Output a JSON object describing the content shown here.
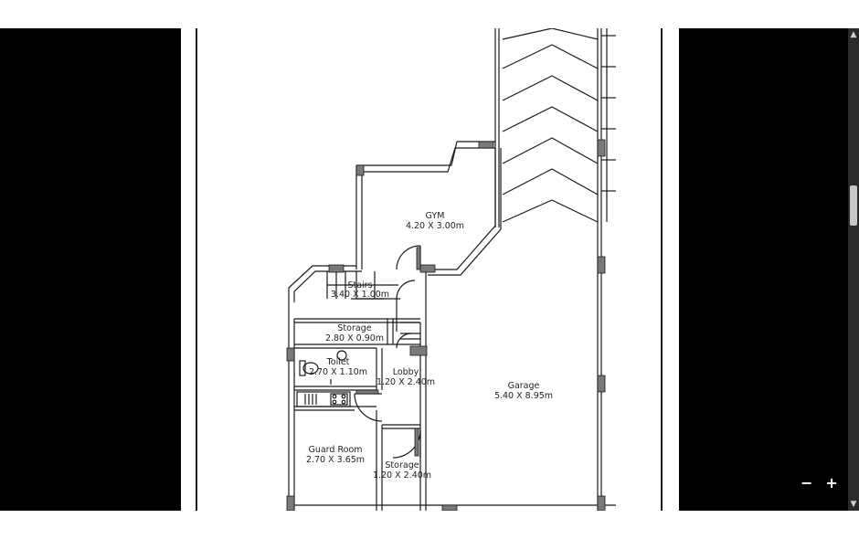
{
  "rooms": {
    "gym": {
      "name": "GYM",
      "size": "4.20 X 3.00m"
    },
    "stairs": {
      "name": "Stairs",
      "size": "3.40 X 1.00m"
    },
    "storage_upper": {
      "name": "Storage",
      "size": "2.80 X 0.90m"
    },
    "toilet": {
      "name": "Toilet",
      "size": "2.70 X 1.10m"
    },
    "lobby": {
      "name": "Lobby",
      "size": "1.20 X 2.40m"
    },
    "garage": {
      "name": "Garage",
      "size": "5.40 X 8.95m"
    },
    "guard_room": {
      "name": "Guard Room",
      "size": "2.70 X 3.65m"
    },
    "storage_lower": {
      "name": "Storage",
      "size": "1.20 X 2.40m"
    }
  },
  "zoom": {
    "out_label": "−",
    "in_label": "+"
  },
  "scrollbar": {
    "up_arrow": "▲",
    "down_arrow": "▼"
  },
  "icons": {
    "zoom_out": "minus-icon",
    "zoom_in": "plus-icon"
  }
}
